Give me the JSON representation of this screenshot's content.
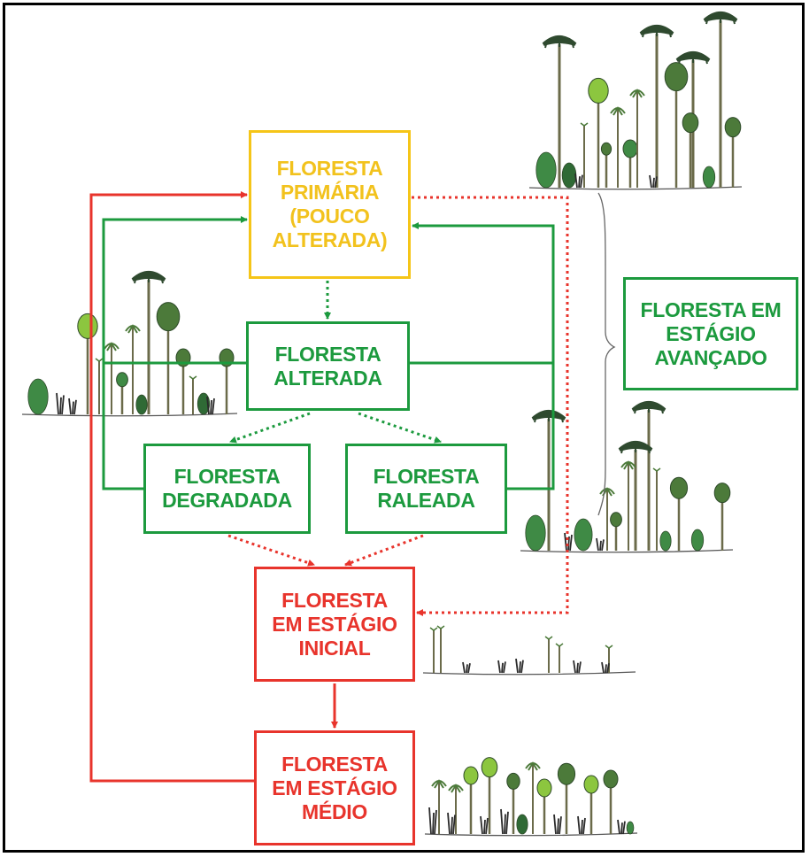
{
  "boxes": {
    "primaria": "FLORESTA\nPRIMÁRIA\n(POUCO\nALTERADA)",
    "alterada": "FLORESTA\nALTERADA",
    "degradada": "FLORESTA\nDEGRADADA",
    "raleada": "FLORESTA\nRALEADA",
    "inicial": "FLORESTA\nEM ESTÁGIO\nINICIAL",
    "medio": "FLORESTA\nEM ESTÁGIO\nMÉDIO",
    "avancado": "FLORESTA EM\nESTÁGIO\nAVANÇADO"
  },
  "colors": {
    "primary_yellow": "#f2c21d",
    "green": "#1c9a3e",
    "red": "#e8342c",
    "tree_dark": "#2f4a2f",
    "tree_mid": "#4c7a3a",
    "tree_light": "#8cc63f",
    "trunk": "#6b6b4a",
    "ground": "#555555"
  }
}
